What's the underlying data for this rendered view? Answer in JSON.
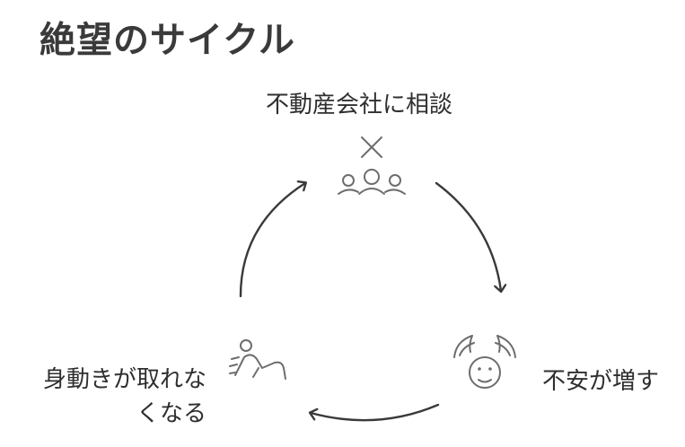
{
  "title": "絶望のサイクル",
  "nodes": {
    "top": {
      "label": "不動産会社に相談",
      "icon": "people-group-icon"
    },
    "right": {
      "label": "不安が増す",
      "icon": "worried-face-icon"
    },
    "left": {
      "line1": "身動きが取れな",
      "line2": "くなる",
      "icon": "stuck-person-icon"
    }
  },
  "colors": {
    "text": "#2f2f2f",
    "arrow": "#3a3a3a",
    "icon": "#6d6d6d"
  }
}
